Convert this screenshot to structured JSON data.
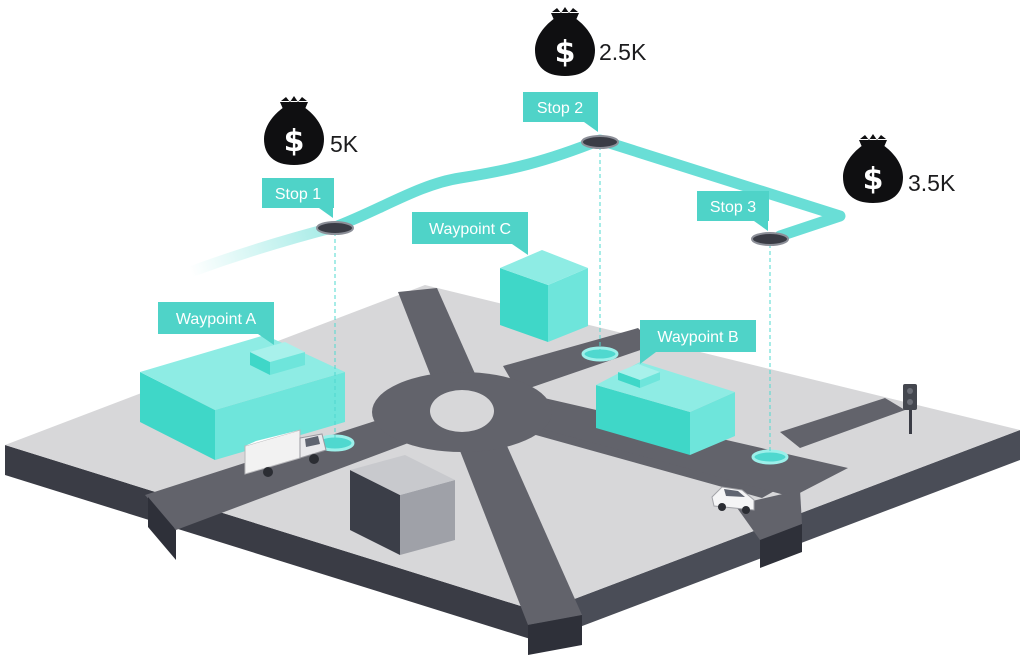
{
  "colors": {
    "accent": "#4fd8cf",
    "tag": "#4fd3c8",
    "road": "#62636b",
    "ground": "#d7d7d9",
    "ground_side": "#3a3c45",
    "bag": "#0f0f11"
  },
  "stops": [
    {
      "label": "Stop 1",
      "amount": "5K",
      "icon": "money-bag-icon"
    },
    {
      "label": "Stop 2",
      "amount": "2.5K",
      "icon": "money-bag-icon"
    },
    {
      "label": "Stop 3",
      "amount": "3.5K",
      "icon": "money-bag-icon"
    }
  ],
  "waypoints": [
    {
      "label": "Waypoint A"
    },
    {
      "label": "Waypoint B"
    },
    {
      "label": "Waypoint C"
    }
  ],
  "bag_symbol": "$",
  "vehicles": [
    {
      "icon": "truck-icon"
    },
    {
      "icon": "car-icon"
    }
  ],
  "traffic_light": {
    "icon": "traffic-light-icon"
  }
}
